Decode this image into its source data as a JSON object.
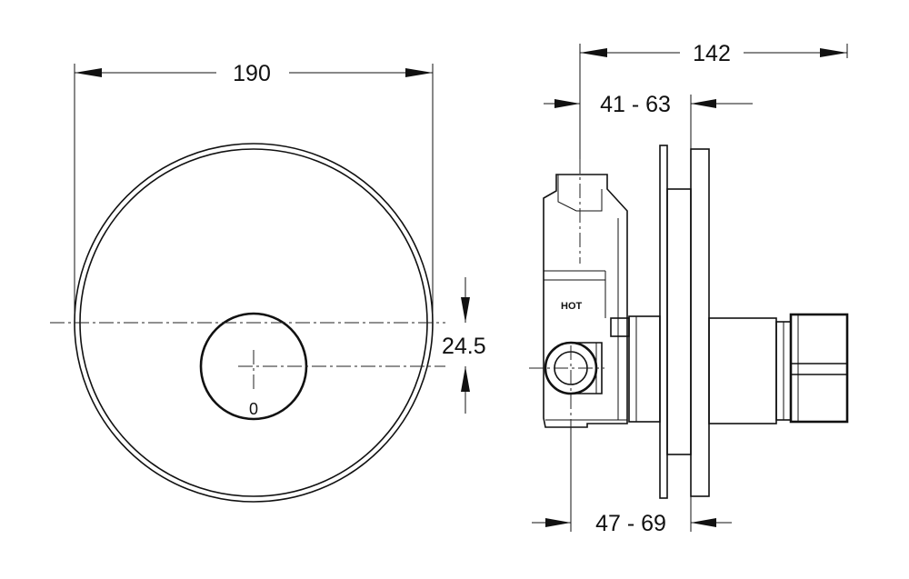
{
  "dimensions": {
    "front_width": "190",
    "front_offset": "24.5",
    "side_total": "142",
    "side_upper_range": "41 - 63",
    "side_lower_range": "47 - 69"
  },
  "labels": {
    "hot": "HOT",
    "knob_mark": "0"
  }
}
